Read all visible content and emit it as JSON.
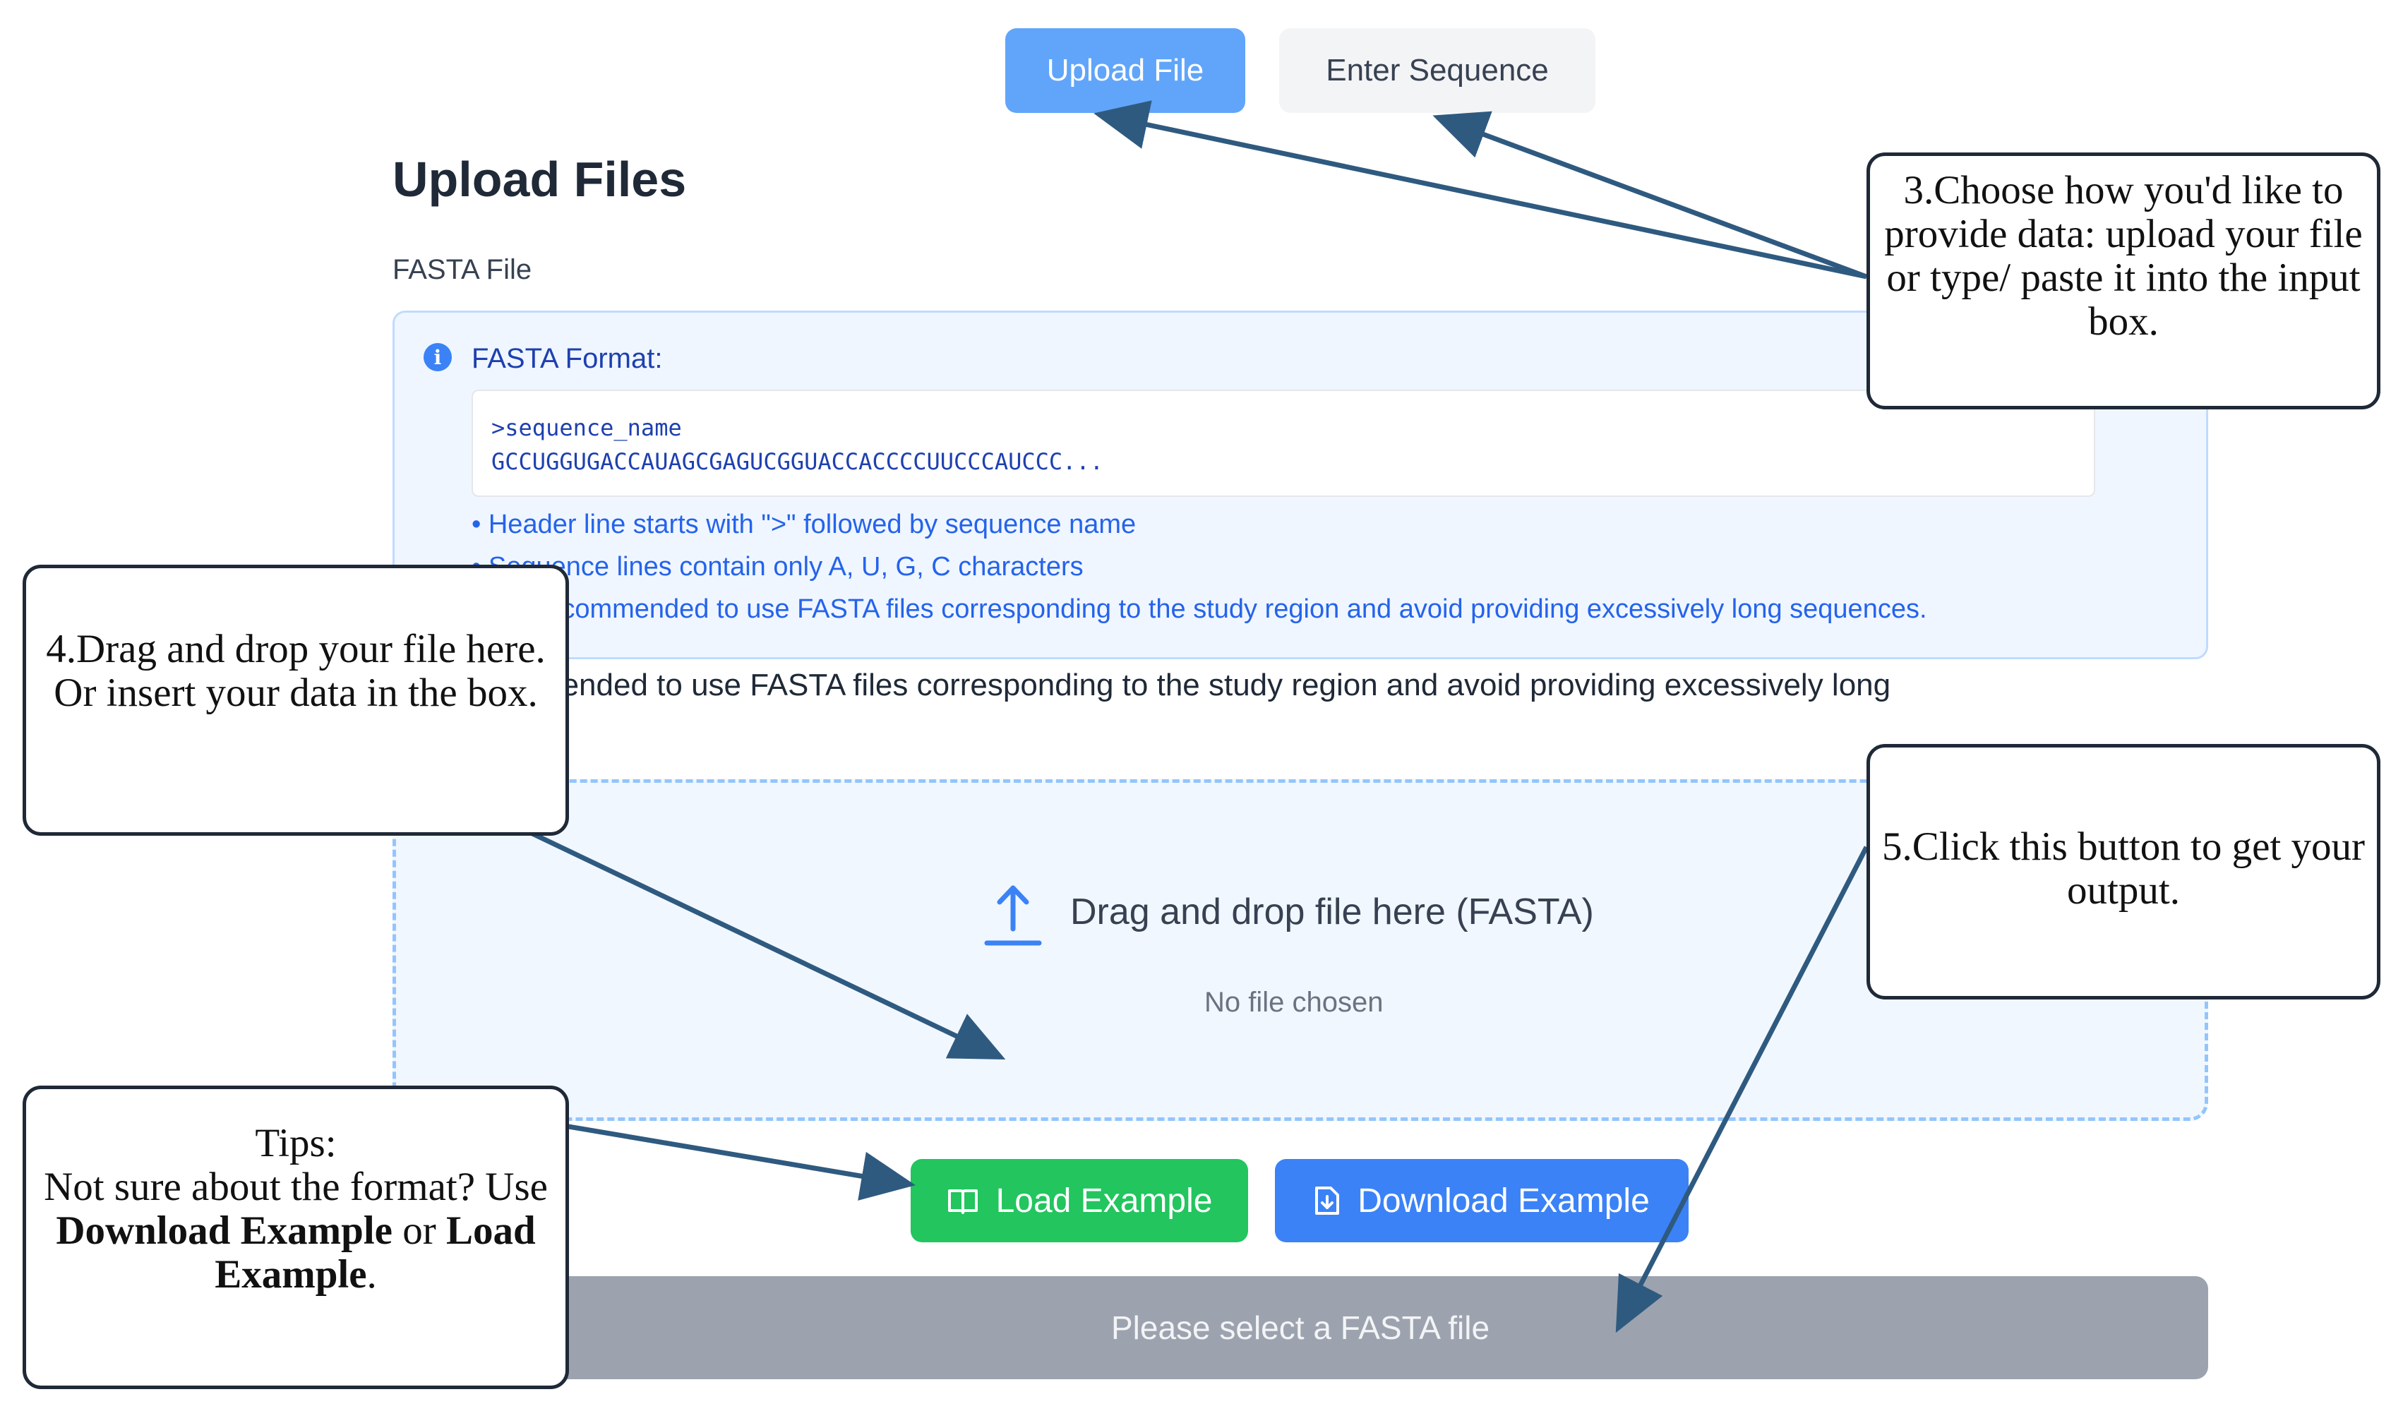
{
  "tabs": {
    "upload_file": "Upload File",
    "enter_sequence": "Enter Sequence"
  },
  "page_title": "Upload Files",
  "field_label": "FASTA File",
  "info": {
    "title": "FASTA Format:",
    "icon": "info-icon",
    "code_line_1": ">sequence_name",
    "code_line_2": "GCCUGGUGACCAUAGCGAGUCGGUACCACCCCUUCCCAUCCC...",
    "bullets": [
      "• Header line starts with \">\" followed by sequence name",
      "• Sequence lines contain only A, U, G, C characters",
      "• It is recommended to use FASTA files corresponding to the study region and avoid providing excessively long sequences."
    ]
  },
  "note": "It is recommended to use FASTA files corresponding to the study region and avoid providing excessively long",
  "drop_zone": {
    "icon": "upload-icon",
    "text": "Drag and drop file here (FASTA)",
    "status": "No file chosen"
  },
  "buttons": {
    "load_example": "Load Example",
    "download_example": "Download Example",
    "submit": "Please select a FASTA file"
  },
  "callouts": {
    "step3": "3.Choose how you'd like to provide data: upload your file or type/ paste it into the input box.",
    "step4": "4.Drag and drop your file here. Or insert your data in the box.",
    "step5": "5.Click this button to get your output.",
    "tips_title": "Tips:",
    "tips_text_1": "Not sure about the format? Use ",
    "tips_bold_1": "Download Example",
    "tips_text_2": " or ",
    "tips_bold_2": "Load Example",
    "tips_text_3": "."
  },
  "colors": {
    "accent_blue": "#3b82f6",
    "tab_active": "#60a5fa",
    "green": "#22c55e",
    "submit_disabled": "#9ca3af",
    "arrow": "#2f5a80"
  }
}
